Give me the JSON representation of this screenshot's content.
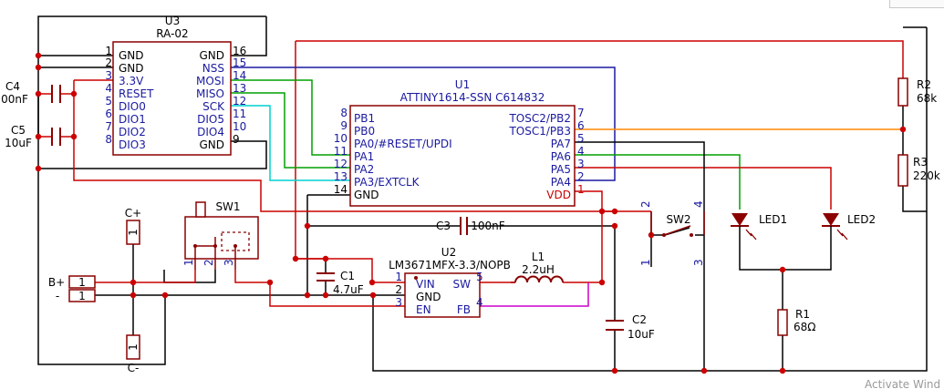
{
  "diagram": {
    "components": {
      "u3": {
        "ref": "U3",
        "value": "RA-02",
        "left_pins": [
          {
            "num": "1",
            "name": "GND"
          },
          {
            "num": "2",
            "name": "GND"
          },
          {
            "num": "3",
            "name": "3.3V"
          },
          {
            "num": "4",
            "name": "RESET"
          },
          {
            "num": "5",
            "name": "DIO0"
          },
          {
            "num": "6",
            "name": "DIO1"
          },
          {
            "num": "7",
            "name": "DIO2"
          },
          {
            "num": "8",
            "name": "DIO3"
          }
        ],
        "right_pins": [
          {
            "num": "16",
            "name": "GND"
          },
          {
            "num": "15",
            "name": "NSS"
          },
          {
            "num": "14",
            "name": "MOSI"
          },
          {
            "num": "13",
            "name": "MISO"
          },
          {
            "num": "12",
            "name": "SCK"
          },
          {
            "num": "11",
            "name": "DIO5"
          },
          {
            "num": "10",
            "name": "DIO4"
          },
          {
            "num": "9",
            "name": "GND"
          }
        ]
      },
      "u1": {
        "ref": "U1",
        "value": "ATTINY1614-SSN  C614832",
        "left_pins": [
          {
            "num": "8",
            "name": "PB1"
          },
          {
            "num": "9",
            "name": "PB0"
          },
          {
            "num": "10",
            "name": "PA0/#RESET/UPDI"
          },
          {
            "num": "11",
            "name": "PA1"
          },
          {
            "num": "12",
            "name": "PA2"
          },
          {
            "num": "13",
            "name": "PA3/EXTCLK"
          },
          {
            "num": "14",
            "name": "GND"
          }
        ],
        "right_pins": [
          {
            "num": "7",
            "name": "TOSC2/PB2"
          },
          {
            "num": "6",
            "name": "TOSC1/PB3"
          },
          {
            "num": "5",
            "name": "PA7"
          },
          {
            "num": "4",
            "name": "PA6"
          },
          {
            "num": "3",
            "name": "PA5"
          },
          {
            "num": "2",
            "name": "PA4"
          },
          {
            "num": "1",
            "name": "VDD"
          }
        ]
      },
      "u2": {
        "ref": "U2",
        "value": "LM3671MFX-3.3/NOPB",
        "pins": [
          {
            "num": "1",
            "name": "VIN"
          },
          {
            "num": "2",
            "name": "GND"
          },
          {
            "num": "3",
            "name": "EN"
          },
          {
            "num": "5",
            "name": "SW"
          },
          {
            "num": "4",
            "name": "FB"
          }
        ]
      },
      "c4": {
        "ref": "C4",
        "value": "00nF"
      },
      "c5": {
        "ref": "C5",
        "value": "10uF"
      },
      "c3": {
        "ref": "C3",
        "value": "100nF"
      },
      "c1": {
        "ref": "C1",
        "value": "4.7uF"
      },
      "c2": {
        "ref": "C2",
        "value": "10uF"
      },
      "l1": {
        "ref": "L1",
        "value": "2.2uH"
      },
      "r1": {
        "ref": "R1",
        "value": "68Ω"
      },
      "r2": {
        "ref": "R2",
        "value": "68k"
      },
      "r3": {
        "ref": "R3",
        "value": "220k"
      },
      "led1": {
        "ref": "LED1"
      },
      "led2": {
        "ref": "LED2"
      },
      "sw1": {
        "ref": "SW1",
        "pins": [
          "1",
          "2",
          "3"
        ]
      },
      "sw2": {
        "ref": "SW2",
        "pins": [
          "2",
          "4",
          "1",
          "3"
        ]
      },
      "bplus": {
        "label": "B+",
        "pin": "1"
      },
      "bminus": {
        "label": "-",
        "pin": "1"
      },
      "cplus": {
        "label": "C+",
        "pin": "1"
      },
      "cminus": {
        "label": "C-",
        "pin": "1"
      }
    },
    "watermark": "Activate Wind",
    "colors": {
      "wire": "#000000",
      "power": "#cc0000",
      "nss": "#1a1aa0",
      "mosi": "#00a000",
      "sck": "#00d0d0",
      "pb3": "#ff8800",
      "fb": "#cc00cc",
      "body": "#8b0000",
      "pin_text": "#1a1aa0"
    }
  }
}
